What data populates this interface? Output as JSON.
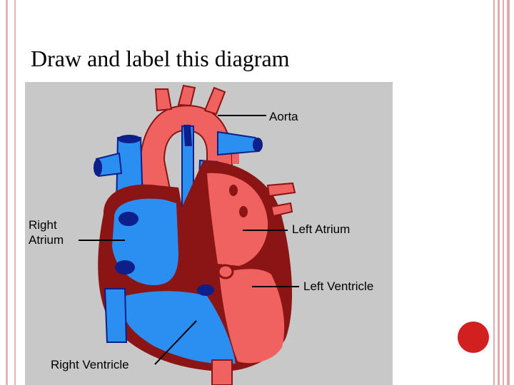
{
  "slide": {
    "title": "Draw and label this diagram",
    "colors": {
      "border_pink": "#e3a9ab",
      "accent_dot": "#d21f1f",
      "diagram_bg": "#c8c8c8",
      "oxygenated_red": "#f0625f",
      "deoxygenated_blue": "#2a8ff0",
      "wall_dark_red": "#8b1414",
      "navy": "#0c1f8a"
    }
  },
  "diagram": {
    "labels": {
      "aorta": "Aorta",
      "left_atrium": "Left Atrium",
      "left_ventricle": "Left Ventricle",
      "right_atrium_line1": "Right",
      "right_atrium_line2": "Atrium",
      "right_ventricle": "Right Ventricle"
    }
  }
}
